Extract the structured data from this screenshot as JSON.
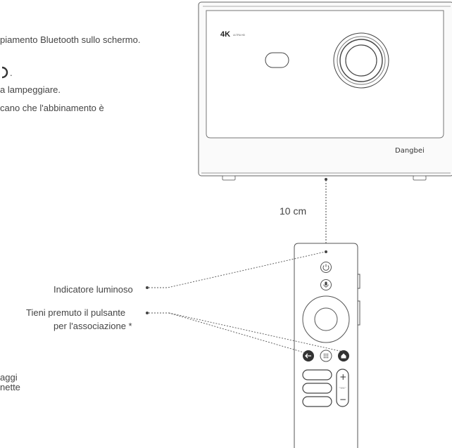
{
  "instructions": {
    "line1": "piamento Bluetooth sullo schermo.",
    "line2_end": ".",
    "line3": "a lampeggiare.",
    "line4": "cano che l'abbinamento è"
  },
  "projector": {
    "badge_main": "4K",
    "badge_sub": "ULTRA HD",
    "brand": "Dangbei"
  },
  "distance_label": "10 cm",
  "callouts": {
    "indicator": "Indicatore luminoso",
    "hold_line1": "Tieni premuto il pulsante",
    "hold_line2": "per l'associazione *"
  },
  "left_fragments": {
    "line1": "aggi",
    "line2": "nette"
  },
  "remote": {
    "vol_plus": "+",
    "vol_minus": "−",
    "vol_label": "VOL"
  }
}
